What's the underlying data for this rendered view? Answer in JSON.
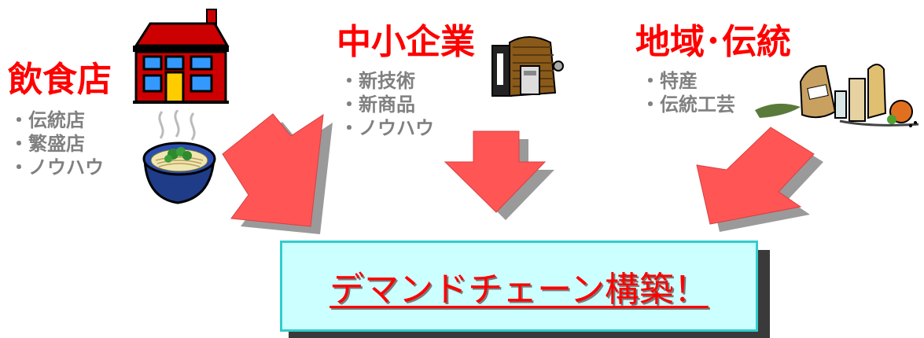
{
  "groups": [
    {
      "heading": "飲食店",
      "items": [
        "伝統店",
        "繁盛店",
        "ノウハウ"
      ],
      "icons": [
        "house-icon",
        "noodle-bowl-icon"
      ]
    },
    {
      "heading": "中小企業",
      "items": [
        "新技術",
        "新商品",
        "ノウハウ"
      ],
      "icons": [
        "machine-icon"
      ]
    },
    {
      "heading": "地域･伝統",
      "items": [
        "特産",
        "伝統工芸"
      ],
      "icons": [
        "local-products-icon"
      ]
    }
  ],
  "banner": {
    "text": "デマンドチェーン構築！"
  },
  "colors": {
    "heading": "#ff0000",
    "items": "#808080",
    "arrow": "#ff5555",
    "arrow_shadow": "#9a9a9a",
    "banner_fill": "#ccffff",
    "banner_border": "#33cccc",
    "banner_shadow": "#3a3a3a"
  }
}
